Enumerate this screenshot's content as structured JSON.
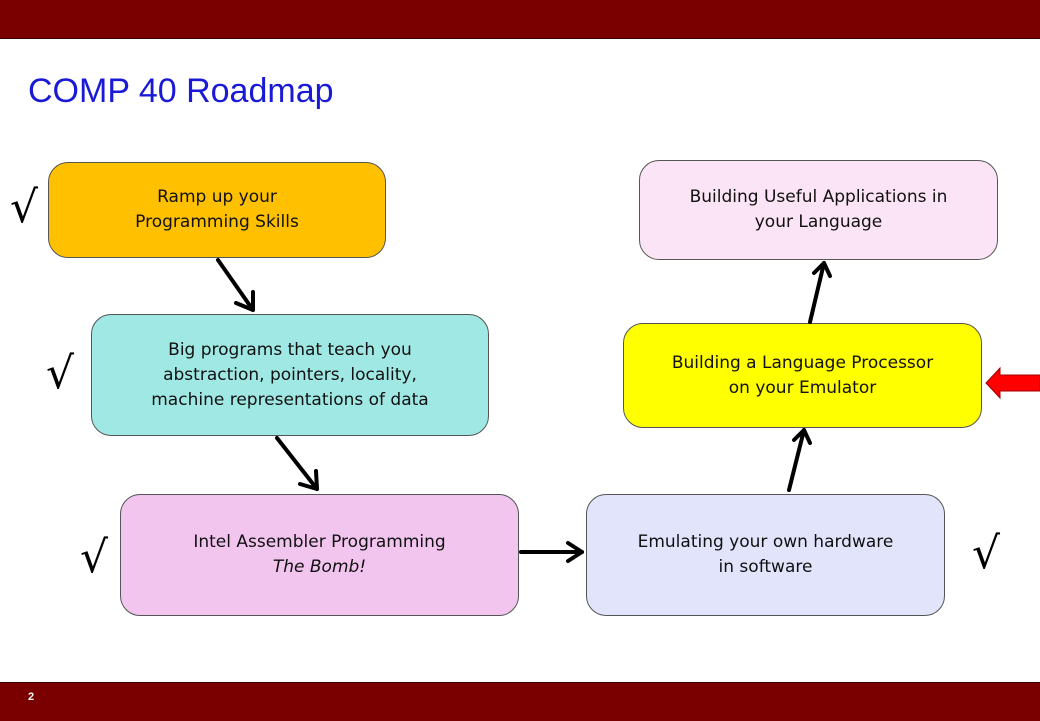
{
  "slide": {
    "title": "COMP 40 Roadmap",
    "page_number": "2"
  },
  "boxes": {
    "ramp_up": {
      "line1": "Ramp up your",
      "line2": "Programming Skills",
      "color": "#ffc000"
    },
    "big_programs": {
      "line1": "Big programs that teach you",
      "line2": "abstraction, pointers, locality,",
      "line3": "machine representations of data",
      "color": "#a0e8e4"
    },
    "intel_asm": {
      "line1": "Intel Assembler Programming",
      "line2": "The Bomb!",
      "color": "#f2c5ef"
    },
    "emulating": {
      "line1": "Emulating your own hardware",
      "line2": "in software",
      "color": "#e2e4fb"
    },
    "language_processor": {
      "line1": "Building a Language Processor",
      "line2": "on your Emulator",
      "color": "#ffff00"
    },
    "useful_apps": {
      "line1": "Building Useful Applications in",
      "line2": "your Language",
      "color": "#fbe4f5"
    }
  },
  "checkmark_glyph": "√",
  "colors": {
    "bar": "#7a0000",
    "title": "#1a1ad6",
    "pointer_arrow": "#ff0000"
  }
}
